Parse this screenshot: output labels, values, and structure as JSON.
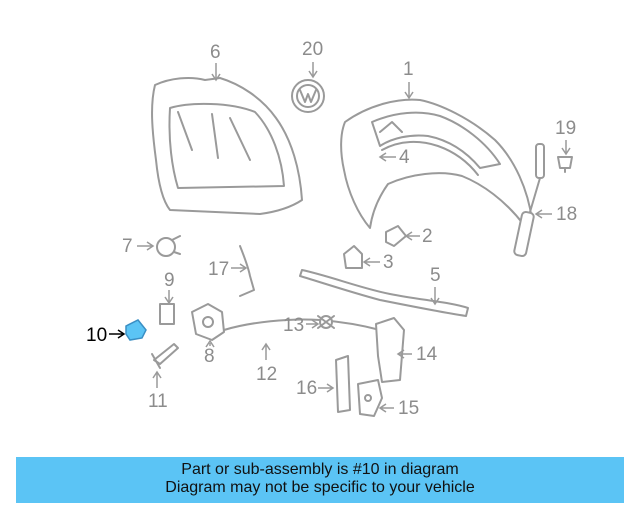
{
  "highlight": {
    "part": "10",
    "color": "#5bc4f5"
  },
  "parts": [
    {
      "id": "p1",
      "label": "1"
    },
    {
      "id": "p2",
      "label": "2"
    },
    {
      "id": "p3",
      "label": "3"
    },
    {
      "id": "p4",
      "label": "4"
    },
    {
      "id": "p5",
      "label": "5"
    },
    {
      "id": "p6",
      "label": "6"
    },
    {
      "id": "p7",
      "label": "7"
    },
    {
      "id": "p8",
      "label": "8"
    },
    {
      "id": "p9",
      "label": "9"
    },
    {
      "id": "p10",
      "label": "10"
    },
    {
      "id": "p11",
      "label": "11"
    },
    {
      "id": "p12",
      "label": "12"
    },
    {
      "id": "p13",
      "label": "13"
    },
    {
      "id": "p14",
      "label": "14"
    },
    {
      "id": "p15",
      "label": "15"
    },
    {
      "id": "p16",
      "label": "16"
    },
    {
      "id": "p17",
      "label": "17"
    },
    {
      "id": "p18",
      "label": "18"
    },
    {
      "id": "p19",
      "label": "19"
    },
    {
      "id": "p20",
      "label": "20"
    }
  ],
  "banner": {
    "line1": "Part or sub-assembly is #10 in diagram",
    "line2": "Diagram may not be specific to your vehicle",
    "color": "#5bc4f5"
  }
}
